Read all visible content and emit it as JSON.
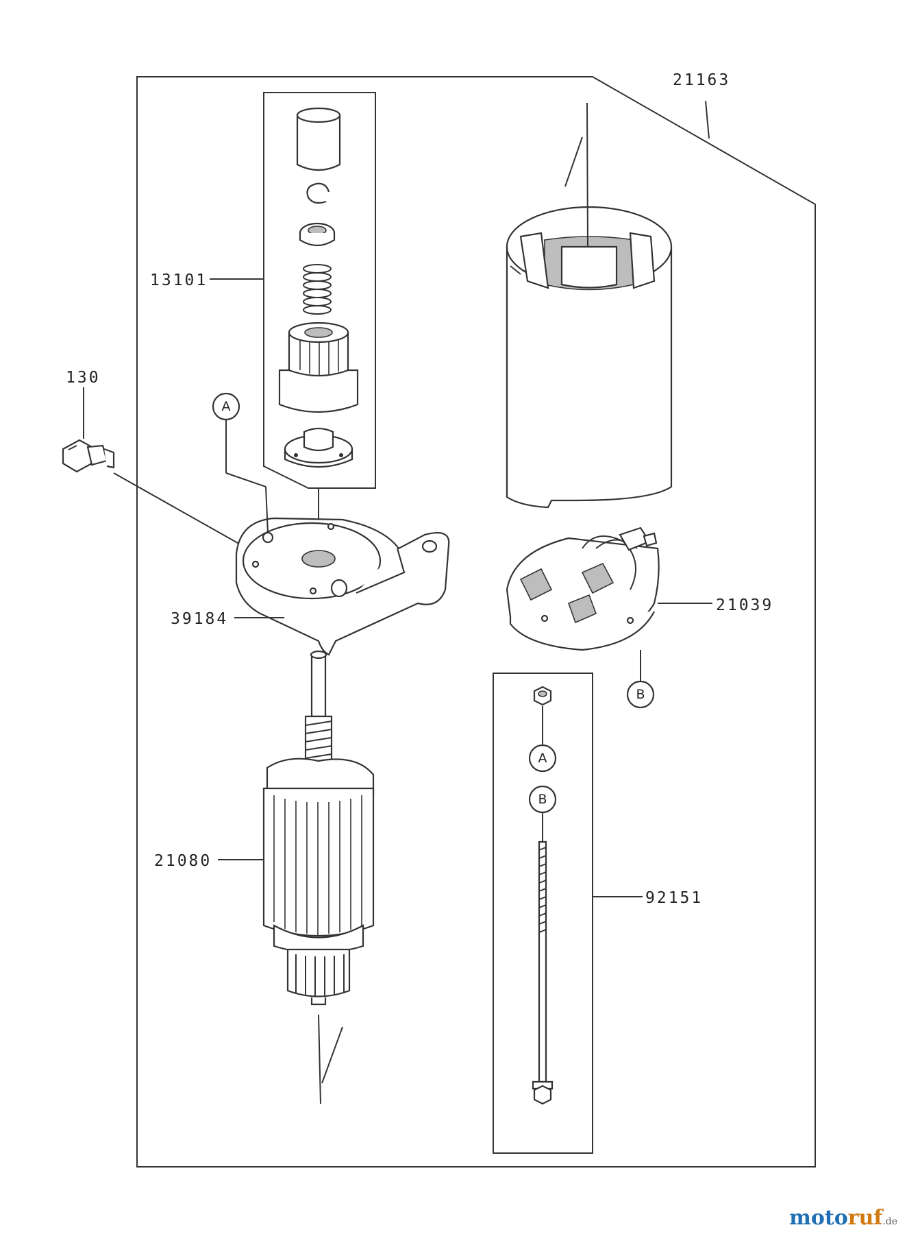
{
  "labels": {
    "p21163": "21163",
    "p13101": "13101",
    "p130": "130",
    "p39184": "39184",
    "p21039": "21039",
    "p21080": "21080",
    "p92151": "92151"
  },
  "callouts": {
    "a": "A",
    "b": "B"
  },
  "watermark": {
    "part1": "moto",
    "part2": "ruf",
    "part3": ".de"
  }
}
